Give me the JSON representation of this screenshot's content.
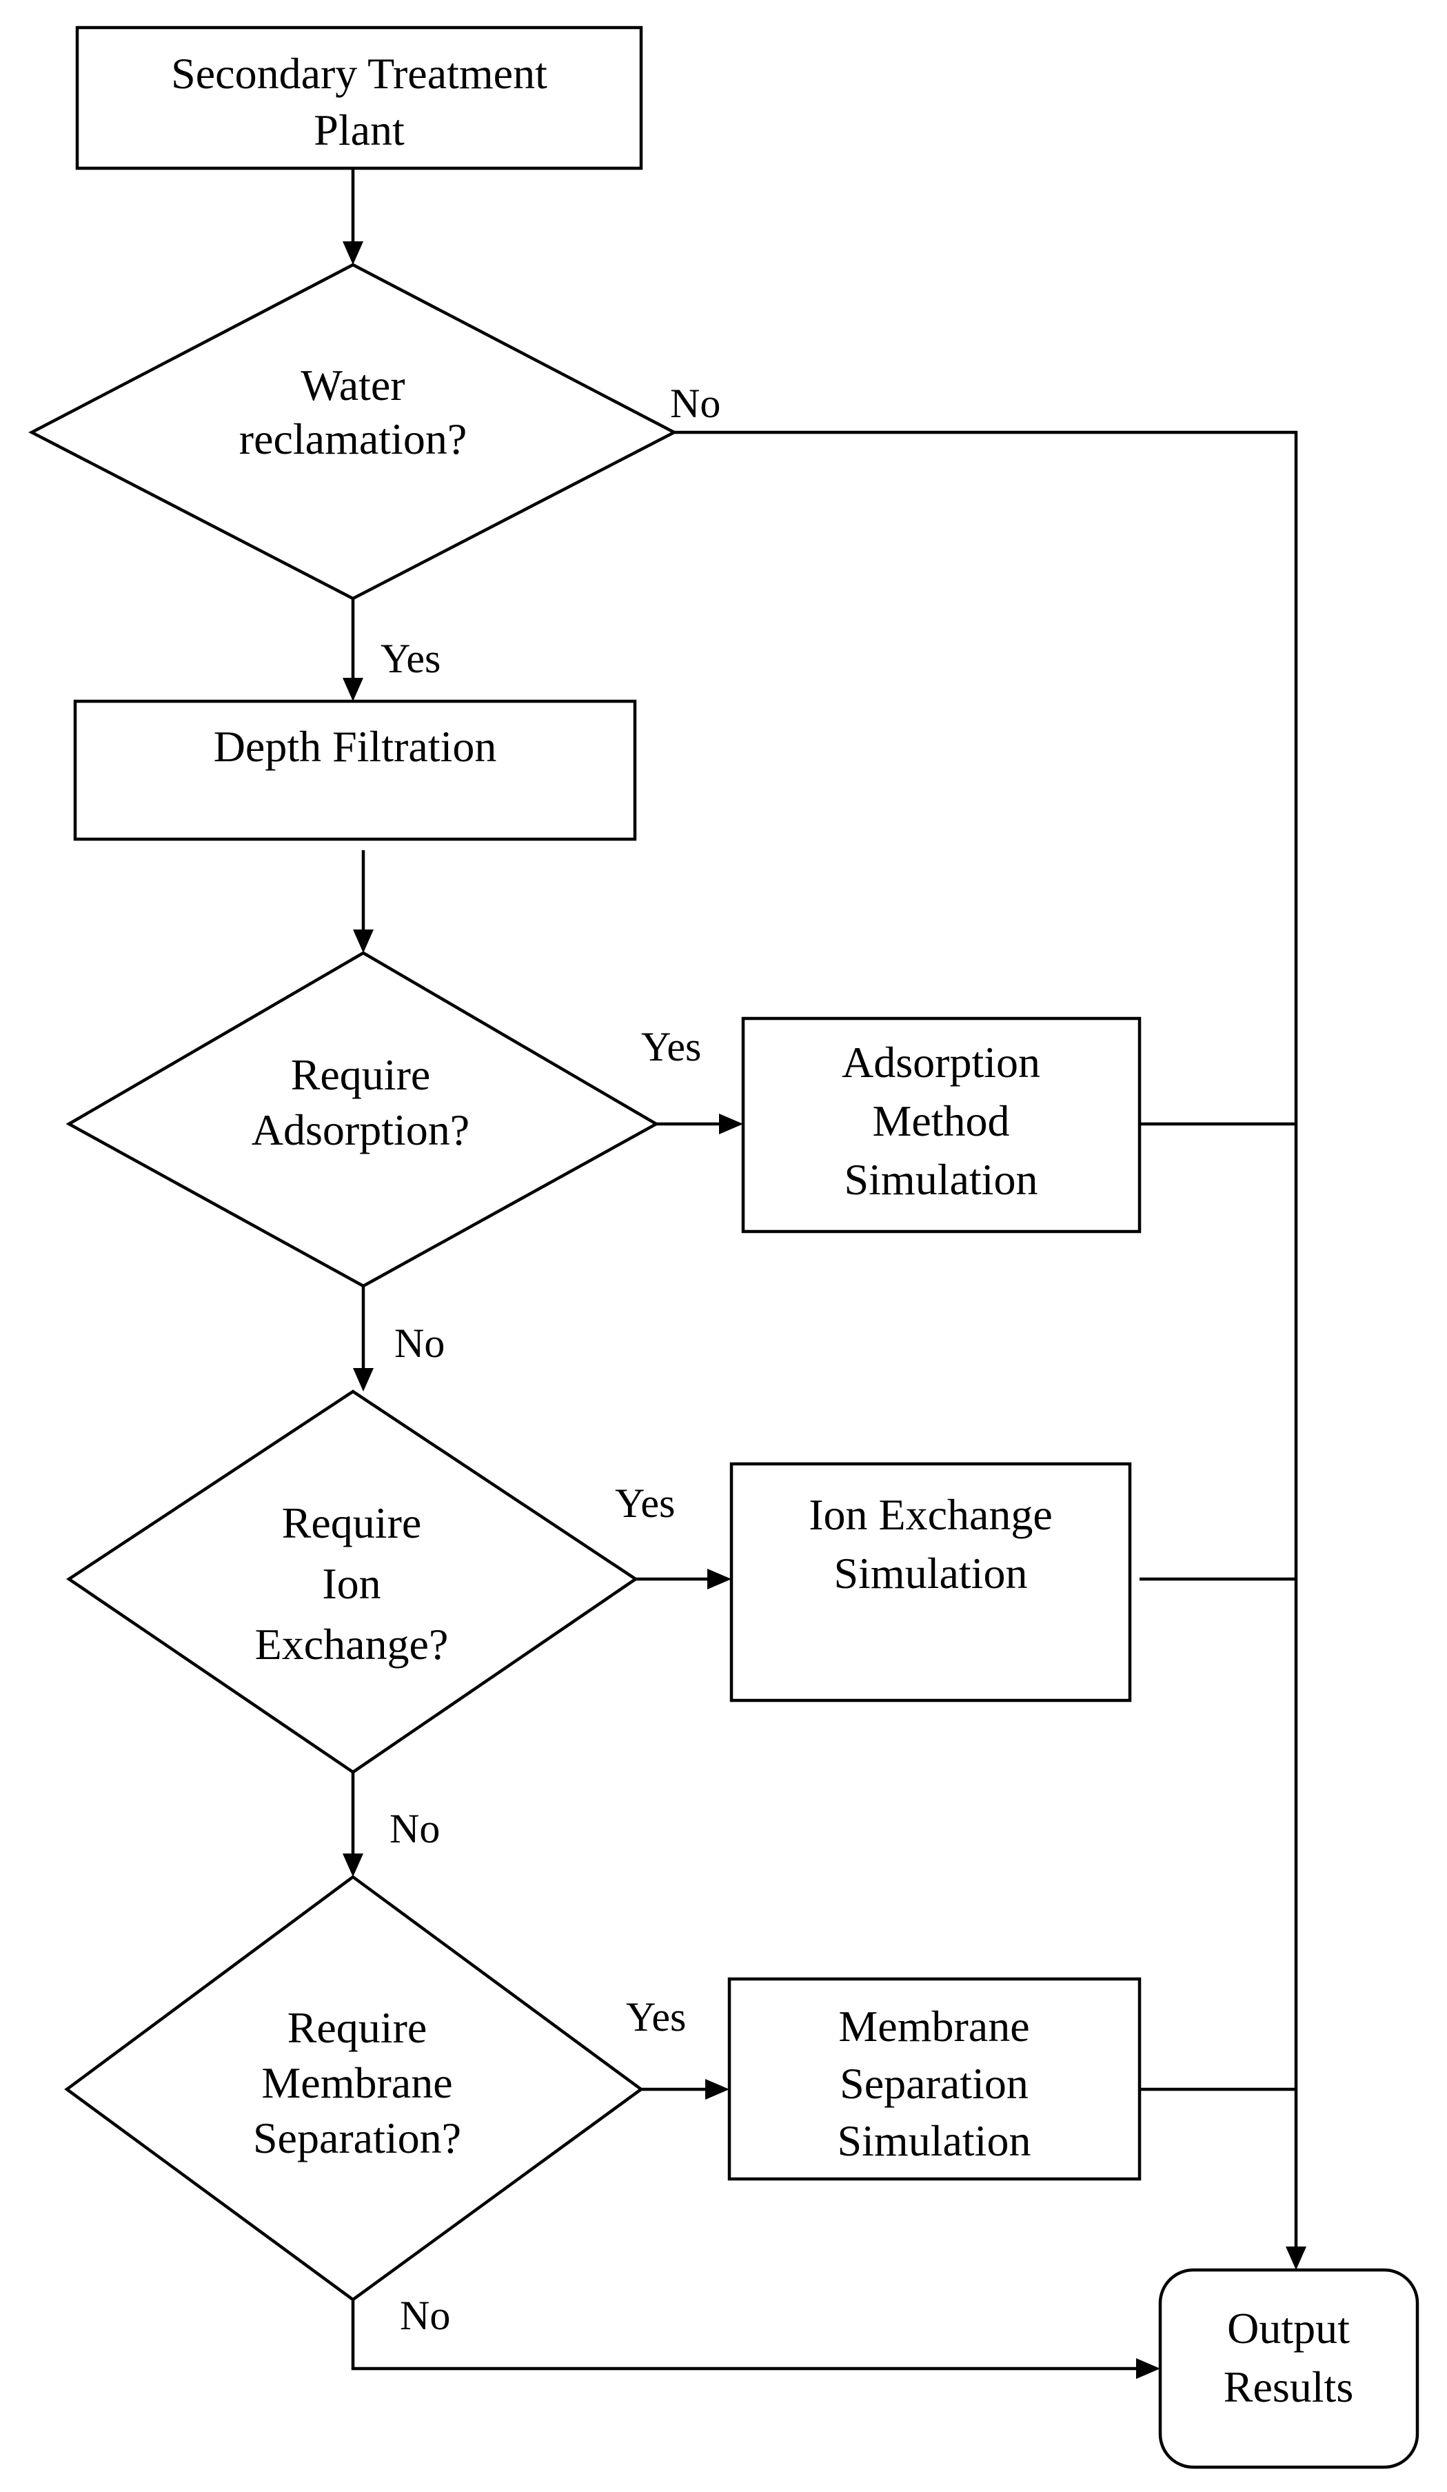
{
  "nodes": {
    "secondary_treatment": {
      "line1": "Secondary Treatment",
      "line2": "Plant"
    },
    "water_reclamation": {
      "line1": "Water",
      "line2": "reclamation?"
    },
    "depth_filtration": {
      "line1": "Depth Filtration"
    },
    "require_adsorption": {
      "line1": "Require",
      "line2": "Adsorption?"
    },
    "adsorption_simulation": {
      "line1": "Adsorption",
      "line2": "Method",
      "line3": "Simulation"
    },
    "require_ion_exchange": {
      "line1": "Require",
      "line2": "Ion",
      "line3": "Exchange?"
    },
    "ion_exchange_simulation": {
      "line1": "Ion Exchange",
      "line2": "Simulation"
    },
    "require_membrane": {
      "line1": "Require",
      "line2": "Membrane",
      "line3": "Separation?"
    },
    "membrane_simulation": {
      "line1": "Membrane",
      "line2": "Separation",
      "line3": "Simulation"
    },
    "output_results": {
      "line1": "Output",
      "line2": "Results"
    }
  },
  "edge_labels": {
    "reclamation_no": "No",
    "reclamation_yes": "Yes",
    "adsorption_yes": "Yes",
    "adsorption_no": "No",
    "ion_yes": "Yes",
    "ion_no": "No",
    "membrane_yes": "Yes",
    "membrane_no": "No"
  }
}
